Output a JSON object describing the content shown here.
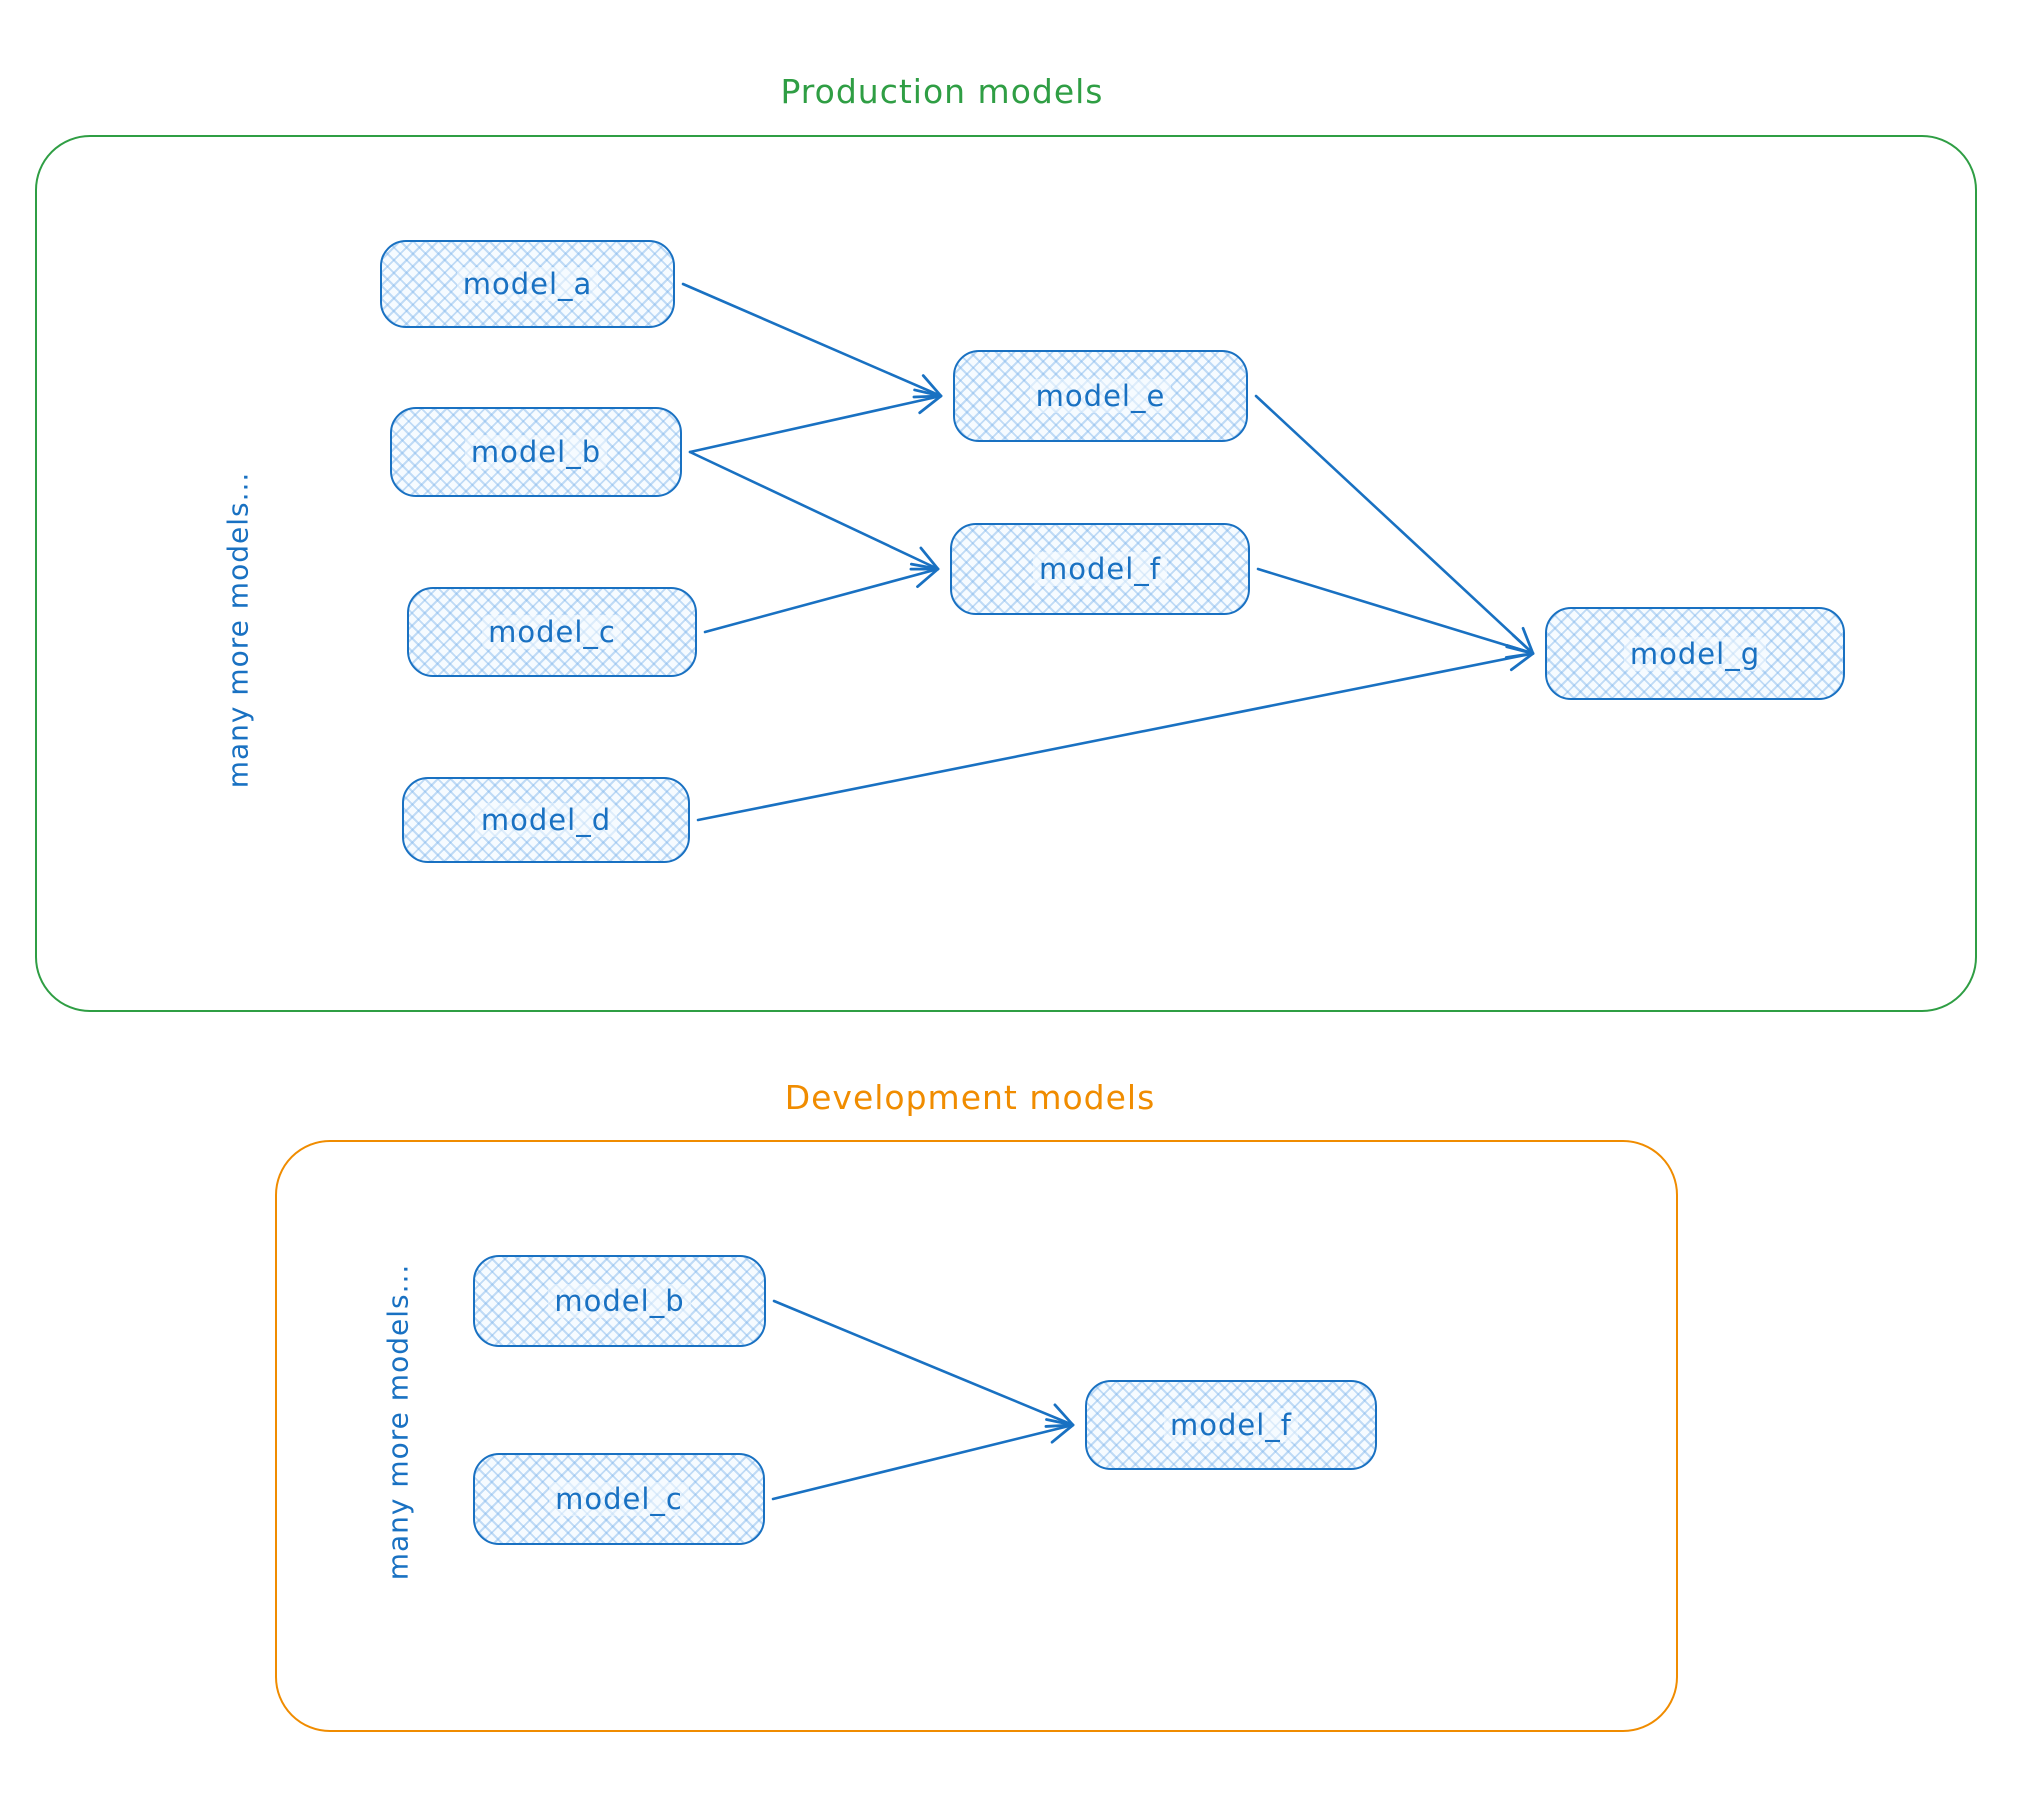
{
  "colors": {
    "node_stroke": "#1971c2",
    "node_fill": "#d5e9fb",
    "production_accent": "#2f9e44",
    "development_accent": "#f08c00"
  },
  "sections": {
    "production": {
      "title": "Production models",
      "side_label": "many more models...",
      "nodes": [
        {
          "id": "model_a",
          "label": "model_a"
        },
        {
          "id": "model_b",
          "label": "model_b"
        },
        {
          "id": "model_c",
          "label": "model_c"
        },
        {
          "id": "model_d",
          "label": "model_d"
        },
        {
          "id": "model_e",
          "label": "model_e"
        },
        {
          "id": "model_f",
          "label": "model_f"
        },
        {
          "id": "model_g",
          "label": "model_g"
        }
      ],
      "edges": [
        {
          "from": "model_a",
          "to": "model_e"
        },
        {
          "from": "model_b",
          "to": "model_e"
        },
        {
          "from": "model_b",
          "to": "model_f"
        },
        {
          "from": "model_c",
          "to": "model_f"
        },
        {
          "from": "model_e",
          "to": "model_g"
        },
        {
          "from": "model_f",
          "to": "model_g"
        },
        {
          "from": "model_d",
          "to": "model_g"
        }
      ]
    },
    "development": {
      "title": "Development models",
      "side_label": "many more models...",
      "nodes": [
        {
          "id": "model_b",
          "label": "model_b"
        },
        {
          "id": "model_c",
          "label": "model_c"
        },
        {
          "id": "model_f",
          "label": "model_f"
        }
      ],
      "edges": [
        {
          "from": "model_b",
          "to": "model_f"
        },
        {
          "from": "model_c",
          "to": "model_f"
        }
      ]
    }
  }
}
